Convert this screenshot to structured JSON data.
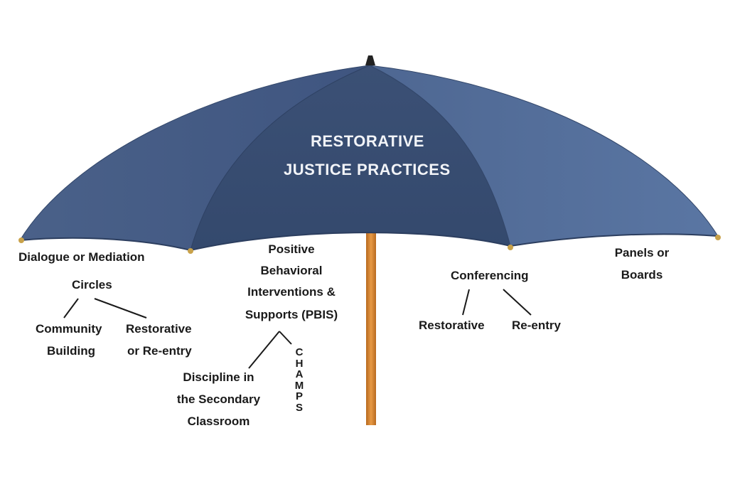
{
  "umbrella": {
    "title_line1": "RESTORATIVE",
    "title_line2": "JUSTICE  PRACTICES",
    "colors": {
      "canopy_dark": "#3a4f73",
      "canopy_mid": "#4a6189",
      "canopy_light": "#5873a0",
      "shaft": "#d9822b",
      "tip": "#c9a24a"
    }
  },
  "branches": {
    "dialogue": {
      "label": "Dialogue or Mediation",
      "circles": "Circles",
      "community_1": "Community",
      "community_2": "Building",
      "restorative_1": "Restorative",
      "restorative_2": "or Re-entry"
    },
    "pbis": {
      "line1": "Positive",
      "line2": "Behavioral",
      "line3": "Interventions &",
      "line4": "Supports (PBIS)",
      "discipline_1": "Discipline in",
      "discipline_2": "the Secondary",
      "discipline_3": "Classroom",
      "champs": "CHAMPS"
    },
    "conferencing": {
      "label": "Conferencing",
      "restorative": "Restorative",
      "reentry": "Re-entry"
    },
    "panels": {
      "line1": "Panels or",
      "line2": "Boards"
    }
  }
}
